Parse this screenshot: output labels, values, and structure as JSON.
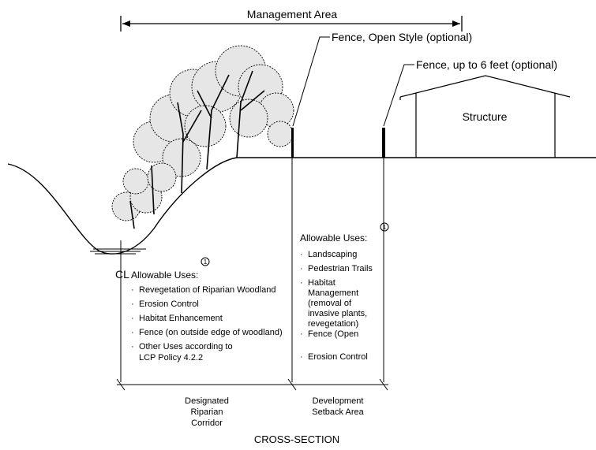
{
  "labels": {
    "management_area": "Management Area",
    "fence_open": "Fence, Open Style (optional)",
    "fence_6ft": "Fence, up to 6 feet (optional)",
    "structure": "Structure",
    "centerline": "CL",
    "footer": "CROSS-SECTION"
  },
  "riparian": {
    "heading": "Allowable Uses:",
    "note_marker": "1",
    "items": [
      "Revegetation of Riparian Woodland",
      "Erosion Control",
      "Habitat Enhancement",
      "Fence (on outside edge of woodland)",
      "Other Uses according to",
      "LCP Policy 4.2.2"
    ],
    "zone_label": [
      "Designated",
      "Riparian",
      "Corridor"
    ]
  },
  "setback": {
    "heading": "Allowable Uses:",
    "note_marker": "1",
    "items": [
      "Landscaping",
      "Pedestrian Trails",
      "Habitat",
      "Management",
      "(removal of",
      "invasive plants,",
      "revegetation)",
      "Fence (Open",
      "Erosion Control"
    ],
    "zone_label": [
      "Development",
      "Setback Area"
    ]
  }
}
